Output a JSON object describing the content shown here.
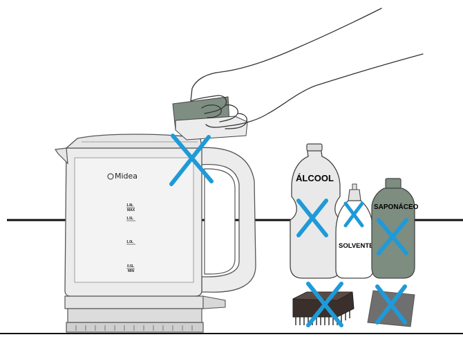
{
  "kettle": {
    "brand": "Midea",
    "levels": [
      "1.8L",
      "MAX",
      "1.5L",
      "1.0L",
      "0.5L",
      "MIN"
    ]
  },
  "items": {
    "alcohol": "ÁLCOOL",
    "solvent": "SOLVENTE",
    "soap": "SAPONÁCEO"
  },
  "colors": {
    "cross": "#1f9ad8",
    "body_fill": "#ececec",
    "sponge_green": "#7f8e83",
    "soap_bottle": "#7d8d80",
    "brush_block": "#3a2f2b",
    "pad": "#6f6f6f"
  }
}
